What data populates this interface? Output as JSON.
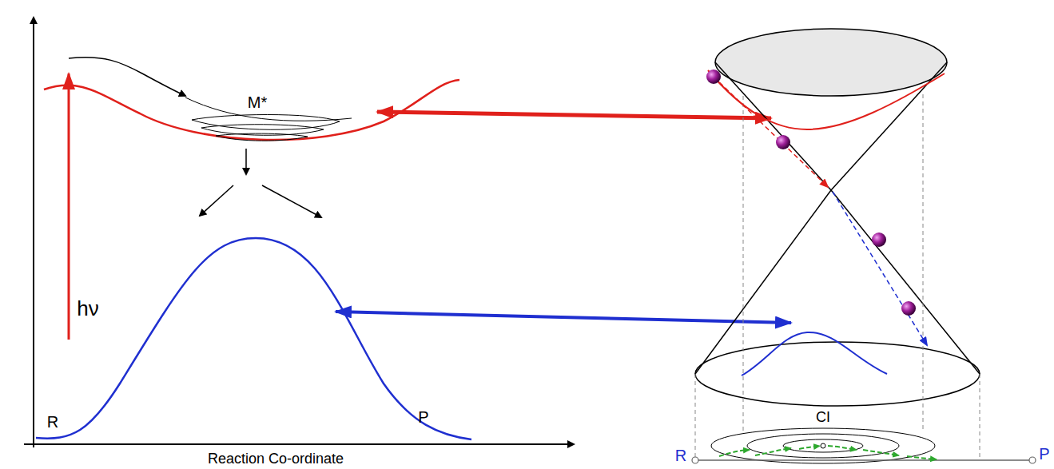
{
  "diagram": {
    "labels": [
      "M*",
      "hν",
      "R",
      "P",
      "Reaction Co-ordinate",
      "CI",
      "R",
      "P"
    ]
  }
}
